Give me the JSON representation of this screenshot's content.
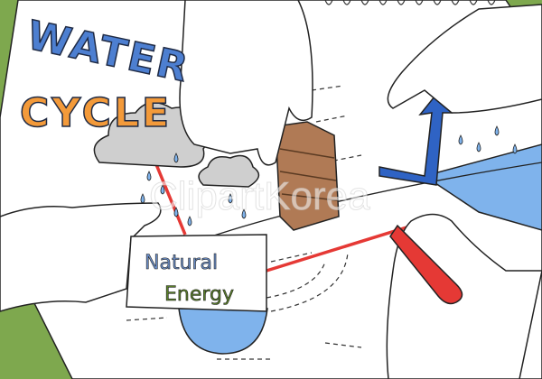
{
  "illustration": {
    "title_line1": "WATER",
    "title_line2": "CYCLE",
    "card_line1": "Natural",
    "card_line2": "Energy",
    "watermark": "ClipartKorea"
  },
  "colors": {
    "background": "#7ea84e",
    "paper": "#ffffff",
    "water": "#7fb3ec",
    "arrow_blue": "#2f63c4",
    "red_line": "#e53935",
    "brick": "#b07a55",
    "cloud": "#cfcfcf",
    "natural_text": "#6b8fc9",
    "energy_text": "#5a7f2a"
  }
}
